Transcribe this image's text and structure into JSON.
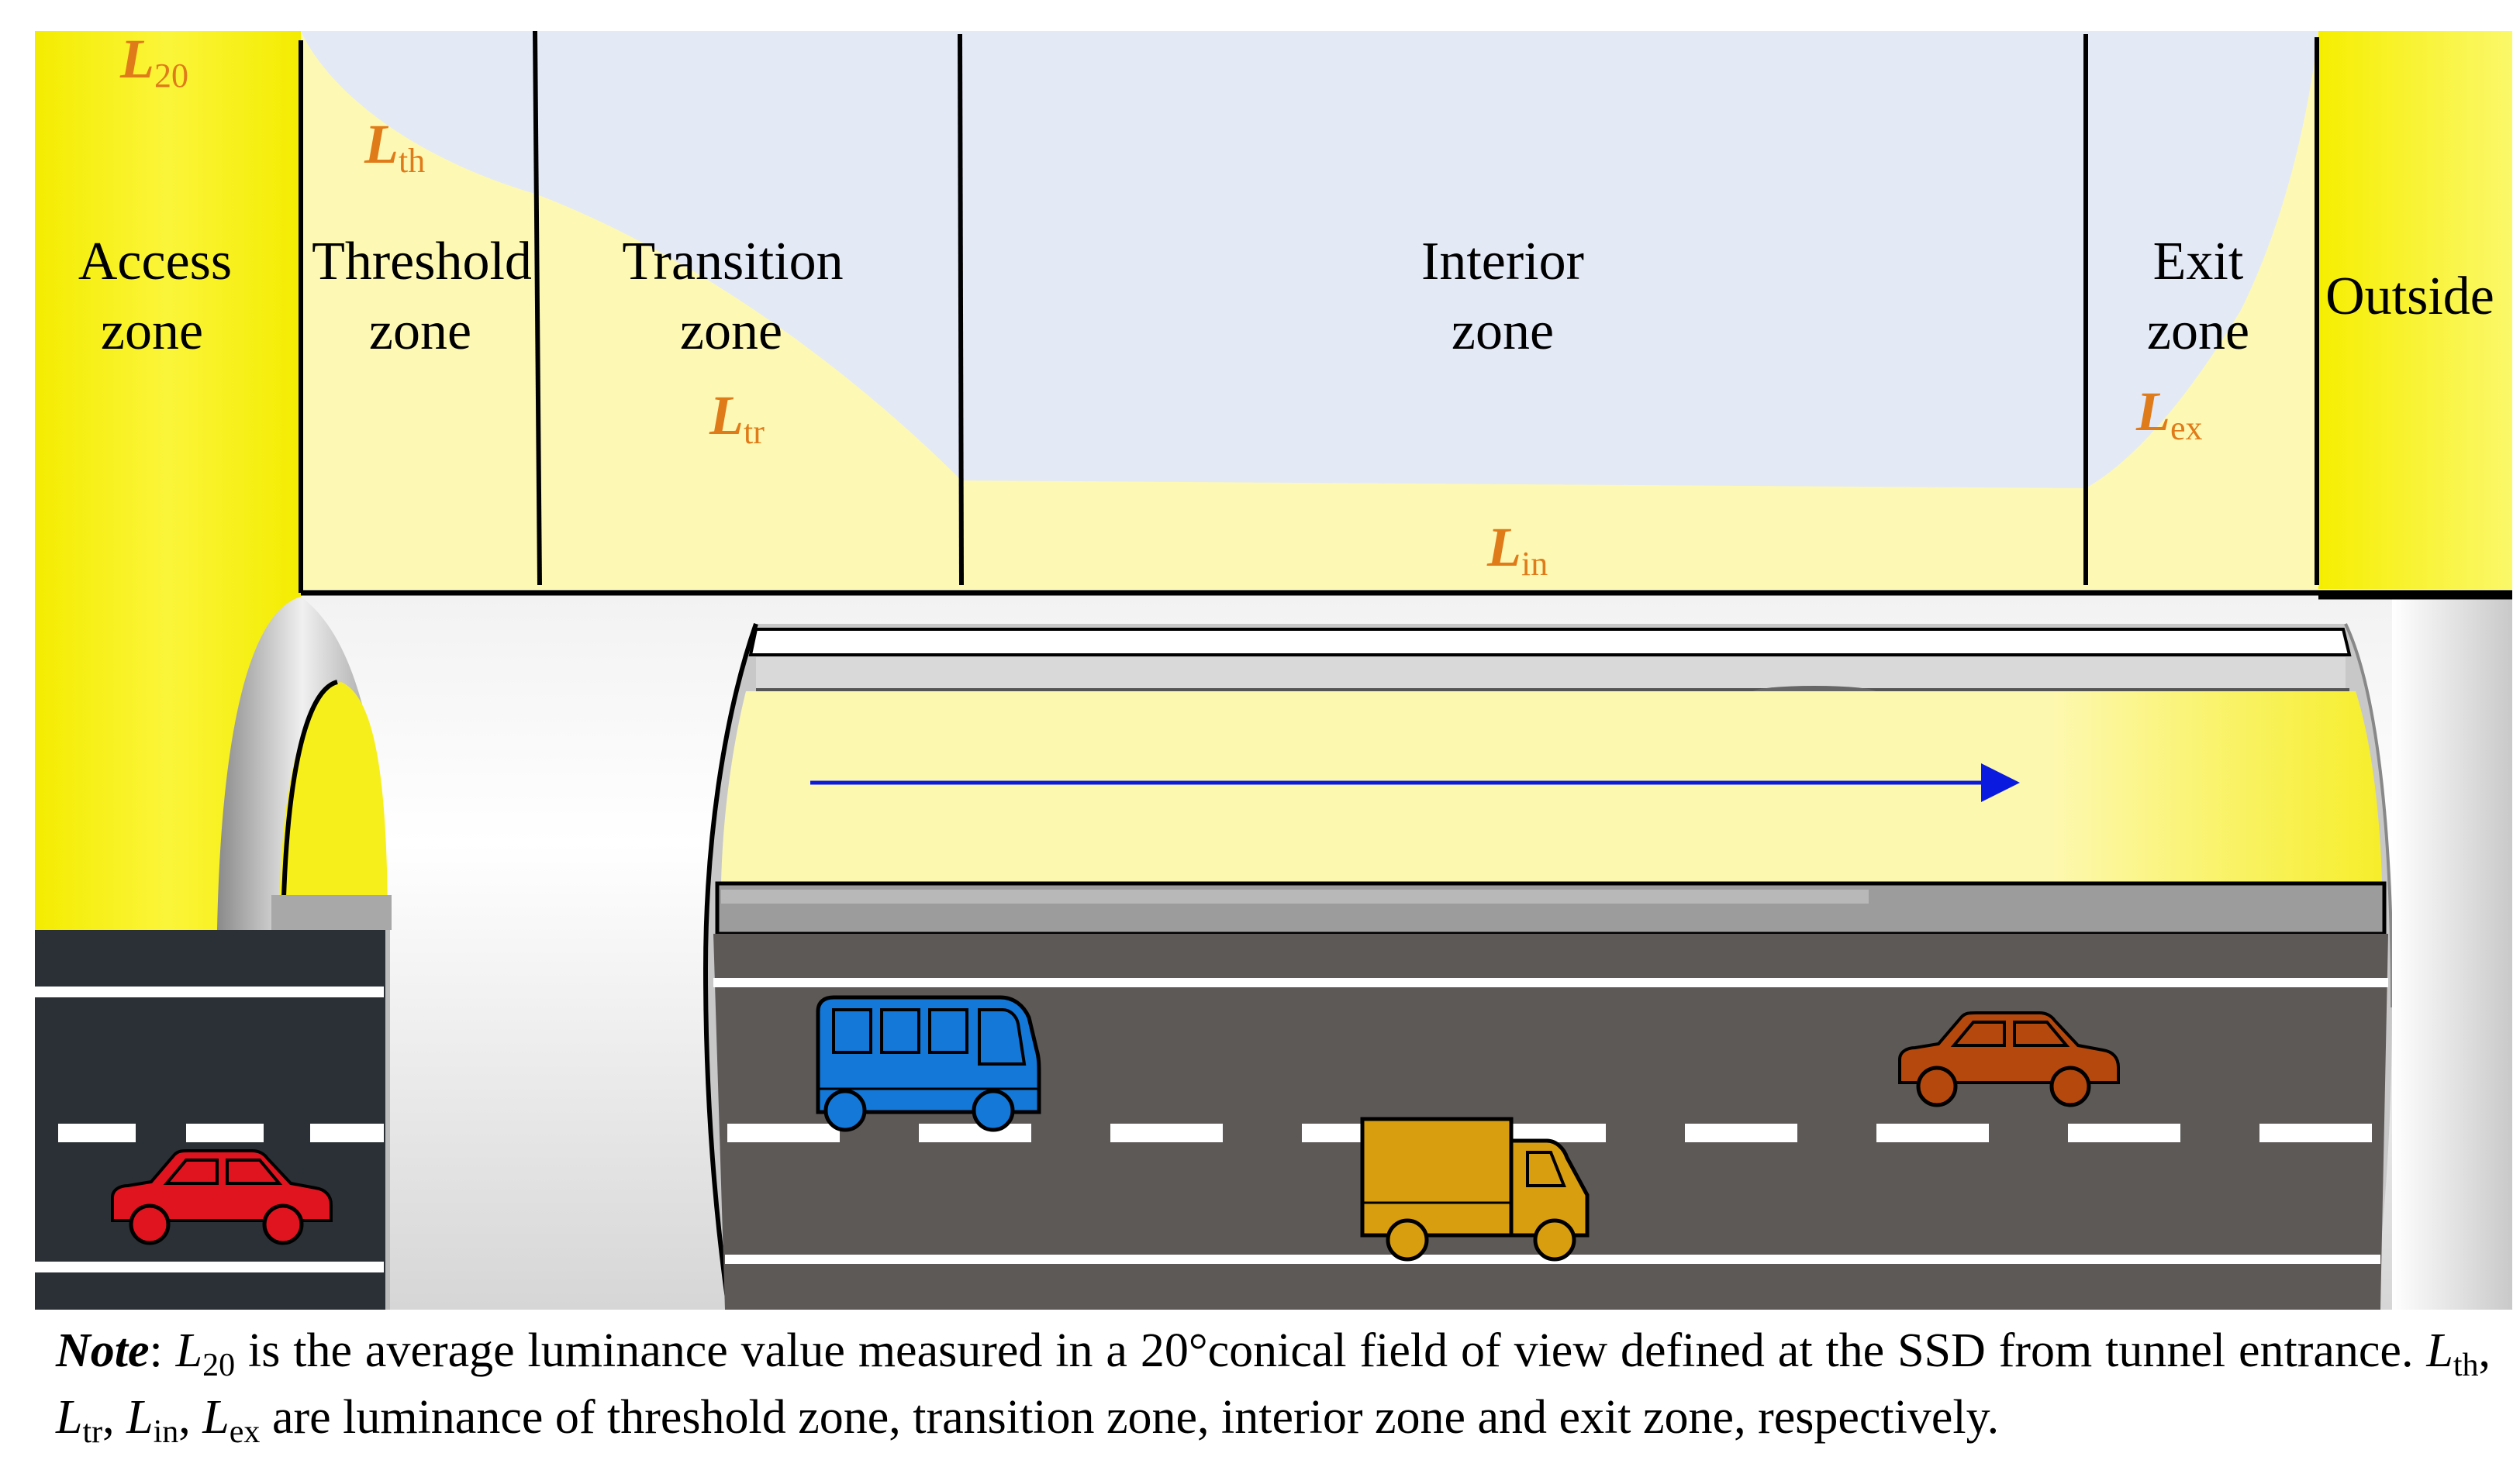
{
  "zones": [
    {
      "id": "access",
      "line1": "Access",
      "line2": "zone"
    },
    {
      "id": "threshold",
      "line1": "Threshold",
      "line2": "zone"
    },
    {
      "id": "transition",
      "line1": "Transition",
      "line2": "zone"
    },
    {
      "id": "interior",
      "line1": "Interior",
      "line2": "zone"
    },
    {
      "id": "exit",
      "line1": "Exit",
      "line2": "zone"
    },
    {
      "id": "outside",
      "line1": "Outside",
      "line2": ""
    }
  ],
  "luminance_labels": {
    "l20": {
      "symbol": "L",
      "sub": "20"
    },
    "lth": {
      "symbol": "L",
      "sub": "th"
    },
    "ltr": {
      "symbol": "L",
      "sub": "tr"
    },
    "lin": {
      "symbol": "L",
      "sub": "in"
    },
    "lex": {
      "symbol": "L",
      "sub": "ex"
    }
  },
  "note": {
    "label": "Note",
    "colon": ": ",
    "l20_sym": "L",
    "l20_sub": "20",
    "text1": " is the average luminance value measured in a 20°conical field of view defined at the SSD from tunnel entrance. ",
    "lth_sym": "L",
    "lth_sub": "th",
    "sep1": ", ",
    "ltr_sym": "L",
    "ltr_sub": "tr",
    "sep2": ", ",
    "lin_sym": "L",
    "lin_sub": "in",
    "sep3": ", ",
    "lex_sym": "L",
    "lex_sub": "ex",
    "text2": " are luminance of threshold zone, transition zone, interior zone and exit zone, respectively."
  },
  "colors": {
    "bright_yellow": "#f8f100",
    "pale_yellow": "#fdf9b4",
    "sky": "#e4e9f6",
    "label_orange": "#e07b1a",
    "road_dark": "#2a3035",
    "road_gray": "#5d5957",
    "arrow_blue": "#0a1adf",
    "bus_blue": "#1478d8",
    "car_red": "#e0141e",
    "truck_gold": "#d99e10",
    "car_brown": "#b5480d"
  },
  "icons": [
    "red-car-icon",
    "blue-bus-icon",
    "gold-truck-icon",
    "brown-car-icon",
    "direction-arrow-icon"
  ]
}
